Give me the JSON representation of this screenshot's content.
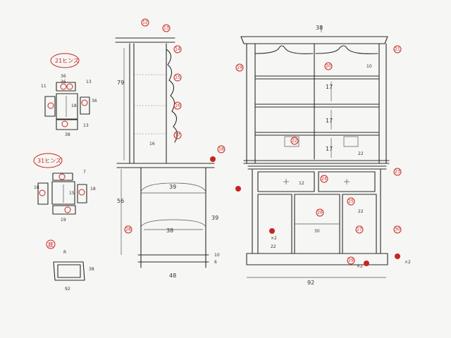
{
  "labels": {
    "side_view_title": "21ヒンズ",
    "top_view_title": "31ヒンズ",
    "base_title": "底",
    "base_note": "R"
  },
  "dimensions": {
    "top_width": "38",
    "mid_height_upper": "79",
    "mid_height_lower": "56",
    "mid_depth": "16",
    "mid_base_depth": "48",
    "mid_inner_width": "39",
    "mid_inner_width_2": "38",
    "mid_right_side": "39",
    "mid_bottom_10": "10",
    "mid_bottom_6": "6",
    "front_width": "92",
    "front_shelf_1": "17",
    "front_shelf_2": "17",
    "front_shelf_3": "17",
    "front_drawer_h": "12",
    "front_gap_22": "22",
    "front_top_22": "22",
    "front_small_h": "10",
    "front_bottom_22": "22",
    "front_center_30": "30",
    "front_x2_left": "×2",
    "front_x2_right": "×2",
    "front_x2_bottom": "×2",
    "sv_top": "36",
    "sv_top2": "36",
    "sv_left": "11",
    "sv_right": "13",
    "sv_side": "36",
    "sv_mid": "18",
    "sv_bottom": "38",
    "sv_bottom_right": "13",
    "tv_left": "18",
    "tv_right": "18",
    "tv_bottom": "19",
    "tv_top": "7",
    "tv_top2": "15",
    "base_w": "92",
    "base_d": "38"
  },
  "callouts": [
    "12",
    "13",
    "14",
    "15",
    "16",
    "17",
    "18",
    "19",
    "20",
    "21",
    "22",
    "23",
    "24",
    "25",
    "26",
    "27",
    "28",
    "29",
    "30"
  ]
}
